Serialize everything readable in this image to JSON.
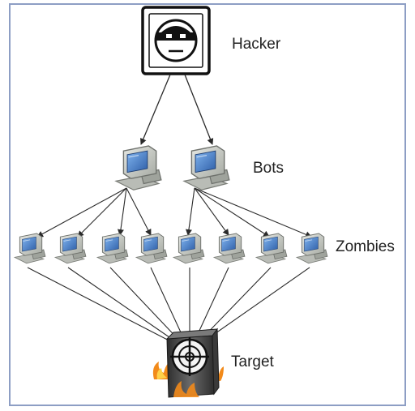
{
  "labels": {
    "hacker": "Hacker",
    "bots": "Bots",
    "zombies": "Zombies",
    "target": "Target"
  },
  "colors": {
    "frame_border": "#8d9ec4",
    "line": "#2a2a2a",
    "monitor_body": "#c9ccc6",
    "monitor_screen": "#3f7fcf",
    "target_body": "#4a4a4a",
    "fire": "#f28a1a"
  },
  "nodes": {
    "hacker": "hacker-icon",
    "bots": [
      "computer-icon",
      "computer-icon"
    ],
    "zombies": [
      "computer-icon",
      "computer-icon",
      "computer-icon",
      "computer-icon",
      "computer-icon",
      "computer-icon",
      "computer-icon",
      "computer-icon"
    ],
    "target": "crosshair-server-icon"
  }
}
